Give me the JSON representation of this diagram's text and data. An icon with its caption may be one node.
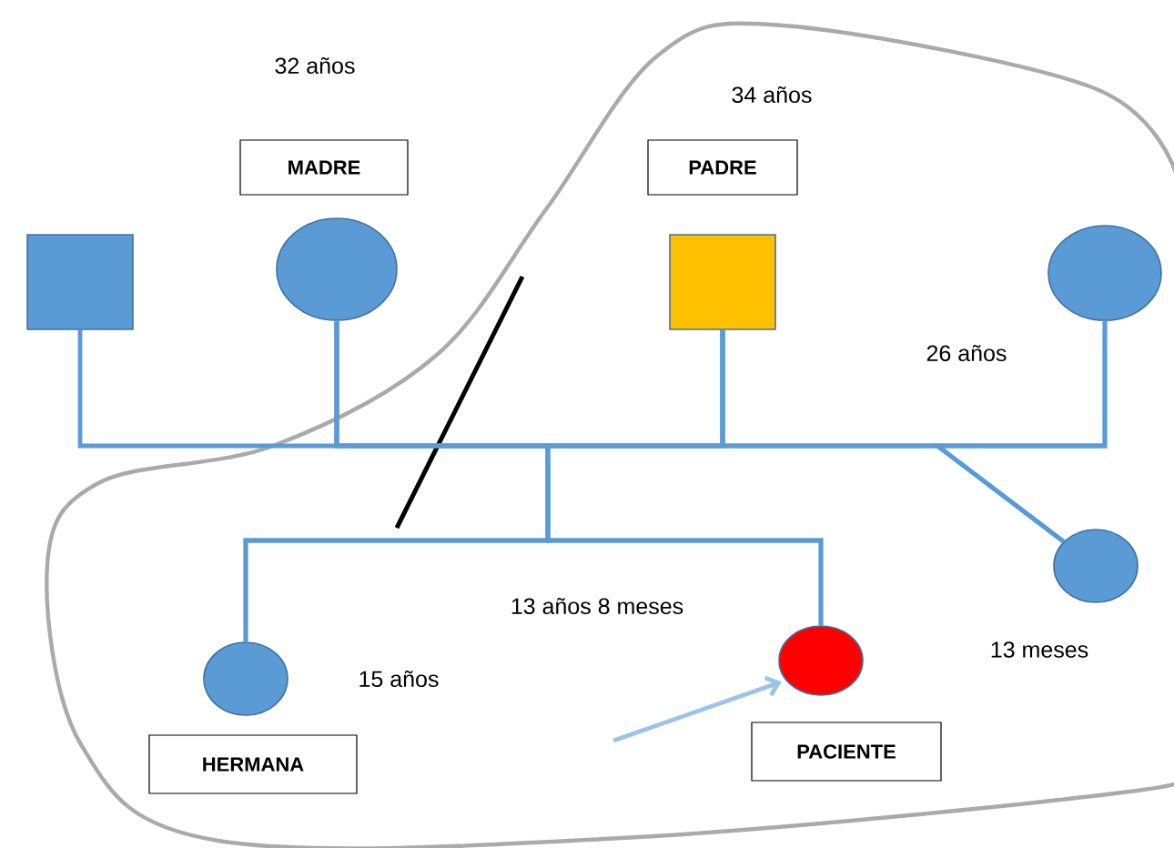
{
  "diagram": {
    "nodes": [
      {
        "text": [],
        "shape": "box"
      },
      {
        "text": [],
        "shape": "circle"
      },
      {
        "text": [],
        "shape": "box"
      },
      {
        "text": [],
        "shape": "circle"
      },
      {
        "text": [],
        "shape": "circle"
      },
      {
        "text": [],
        "shape": "circle"
      },
      {
        "text": [],
        "shape": "circle"
      },
      {
        "text": [
          "MADRE"
        ]
      },
      {
        "text": [
          "PADRE"
        ]
      },
      {
        "text": [
          "HERMANA"
        ]
      },
      {
        "text": [
          "PACIENTE"
        ]
      }
    ],
    "edges": [
      {
        "from": 0,
        "to": 1,
        "arrow": "none"
      },
      {
        "from": 1,
        "to": 2,
        "arrow": "none"
      },
      {
        "from": 2,
        "to": 3,
        "arrow": "none"
      },
      {
        "from": 1,
        "to": 4,
        "arrow": "none"
      },
      {
        "from": 1,
        "to": 5,
        "arrow": "none"
      },
      {
        "from": 2,
        "to": 4,
        "arrow": "none"
      },
      {
        "from": 2,
        "to": 5,
        "arrow": "none"
      },
      {
        "from": 2,
        "to": 6,
        "arrow": "none"
      },
      {
        "from": 3,
        "to": 6,
        "arrow": "none"
      },
      {
        "from": null,
        "to": 5,
        "arrow": "to",
        "color": "#9dc3e6"
      }
    ],
    "labels": [
      "32 años",
      "34 años",
      "26 años",
      "13 años 8 meses",
      "15 años",
      "13 meses"
    ]
  }
}
